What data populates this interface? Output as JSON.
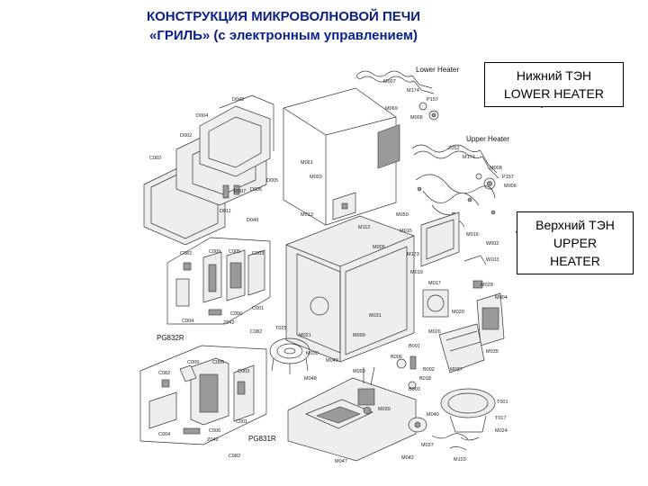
{
  "title": {
    "line1": "КОНСТРУКЦИЯ МИКРОВОЛНОВОЙ ПЕЧИ",
    "line2": "«ГРИЛЬ» (с электронным управлением)"
  },
  "callouts": {
    "lower_heater": {
      "line1": "Нижний ТЭН",
      "line2": "LOWER HEATER"
    },
    "upper_heater": {
      "line1": "Верхний ТЭН",
      "line2": "UPPER",
      "line3": "HEATER"
    }
  },
  "diagram": {
    "section_labels": {
      "lower_heater": "Lower Heater",
      "upper_heater": "Upper Heater"
    },
    "panel_labels": {
      "pg832r": "PG832R",
      "pg831r": "PG831R"
    },
    "part_labels": {
      "m007a": "M007",
      "m174a": "M174",
      "p157a": "P157",
      "m069a": "M069",
      "m006a": "M006",
      "z052": "Z052",
      "m174b": "M174",
      "m008": "M008",
      "p157b": "P157",
      "m006b": "M006",
      "d048": "D048",
      "d004": "D004",
      "d002": "D002",
      "c002": "C002",
      "d005": "D005",
      "d006": "D006",
      "d007": "D007",
      "d011": "D011",
      "d049": "D049",
      "m061": "M061",
      "m003": "M003",
      "m013": "M013",
      "m050": "M050",
      "m112": "M112",
      "m015": "M015",
      "m005": "M005",
      "m173": "M173",
      "m016": "M016",
      "w002": "W002",
      "w103": "W103",
      "m019": "M019",
      "m017": "M017",
      "m020": "M020",
      "m026": "M026",
      "m004": "M004",
      "m028": "M028",
      "m035": "M035",
      "m037": "M037",
      "b001": "B001",
      "b006": "B006",
      "b002": "B002",
      "b003": "B003",
      "b018": "B018",
      "m099": "M099",
      "m031": "M031",
      "m021": "M021",
      "m049": "M049",
      "m030": "M030",
      "t025": "T025",
      "c082a": "C082",
      "c009a": "C009",
      "c005a": "C005",
      "c003a": "C003",
      "c004a": "C004",
      "c001a": "C001",
      "c006a": "C006",
      "z042a": "Z042",
      "c082b": "C082",
      "c082c": "C082",
      "c009b": "C009",
      "c005b": "C005",
      "c003b": "C003",
      "c004b": "C004",
      "c001b": "C001",
      "c006b": "C006",
      "z042b": "Z042",
      "c082d": "C082",
      "m048": "M048",
      "m093": "M093",
      "m039": "M039",
      "m040": "M040",
      "m042": "M042",
      "m047": "M047",
      "m103": "M103",
      "t001": "T001",
      "t017": "T017",
      "m024": "M024",
      "m037b": "M037"
    }
  }
}
